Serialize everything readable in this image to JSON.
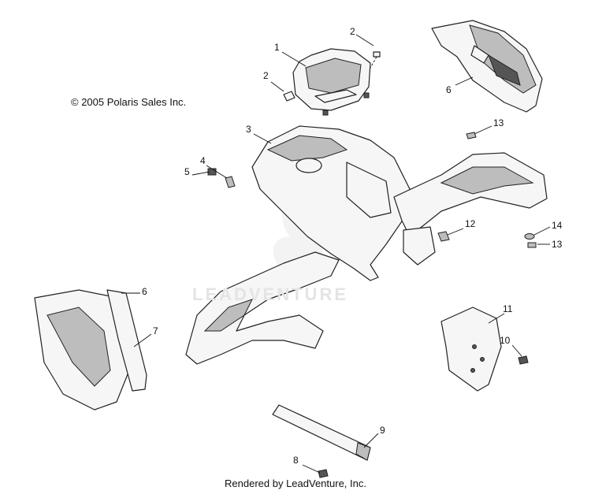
{
  "copyright": "© 2005 Polaris Sales Inc.",
  "footer": "Rendered by LeadVenture, Inc.",
  "watermark": "LEADVENTURE",
  "callouts": [
    "1",
    "2",
    "2",
    "3",
    "4",
    "5",
    "6",
    "6",
    "7",
    "8",
    "9",
    "10",
    "11",
    "12",
    "13",
    "13",
    "14"
  ],
  "colors": {
    "line": "#222222",
    "fill": "#f6f6f6",
    "shade": "#bdbdbd",
    "watermark": "#e4e4e4"
  }
}
